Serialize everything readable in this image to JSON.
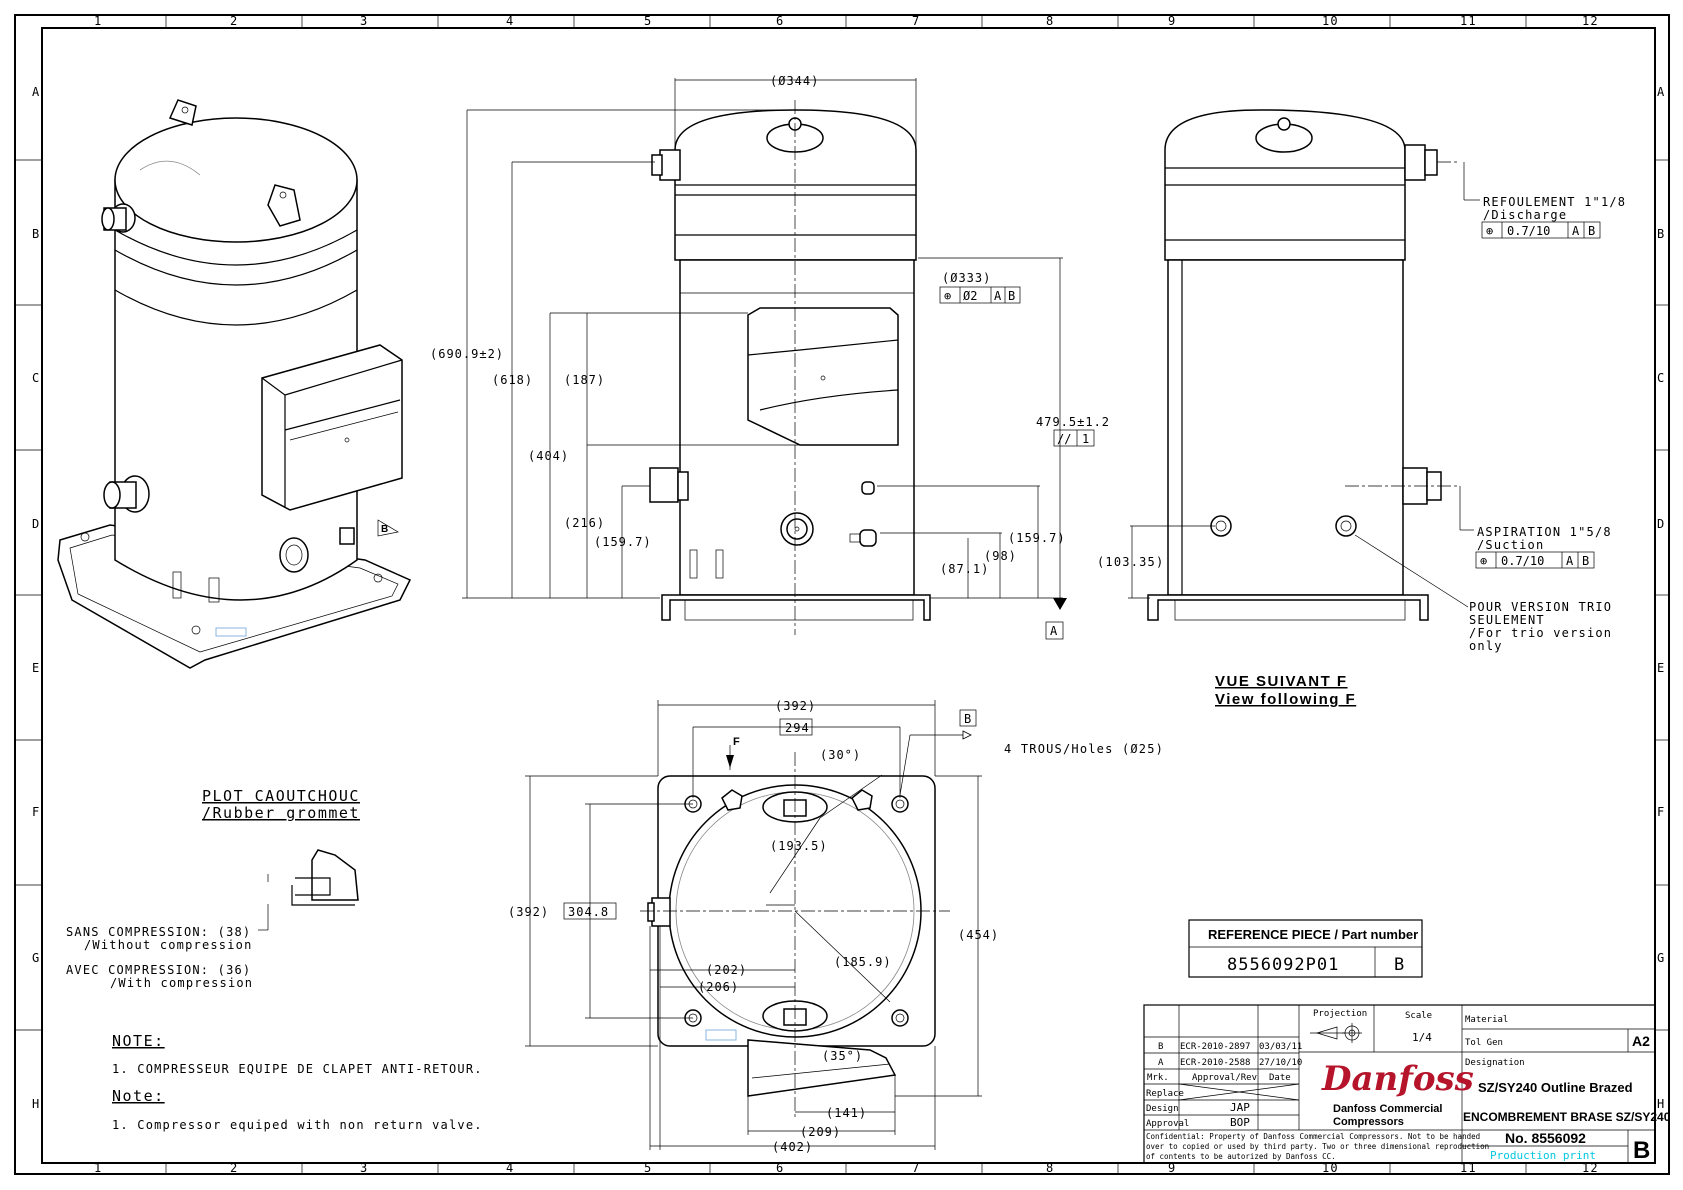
{
  "border": {
    "columns": [
      "1",
      "2",
      "3",
      "4",
      "5",
      "6",
      "7",
      "8",
      "9",
      "10",
      "11",
      "12"
    ],
    "rows": [
      "A",
      "B",
      "C",
      "D",
      "E",
      "F",
      "G",
      "H"
    ]
  },
  "front_view": {
    "dims": {
      "d344": "(Ø344)",
      "d333": "(Ø333)",
      "h690": "(690.9±2)",
      "h618": "(618)",
      "h404": "(404)",
      "h187": "(187)",
      "h216": "(216)",
      "h159a": "(159.7)",
      "h479": "479.5±1.2",
      "h159b": "(159.7)",
      "h98": "(98)",
      "h87": "(87.1)"
    },
    "tol_position": [
      "⊕",
      "Ø2",
      "A",
      "B"
    ],
    "tol_parallel": [
      "//",
      "1"
    ],
    "datum_a": "A"
  },
  "side_view": {
    "discharge_label": "REFOULEMENT 1\"1/8",
    "discharge_sub": "/Discharge",
    "discharge_tol": [
      "⊕",
      "0.7/10",
      "A",
      "B"
    ],
    "suction_label": "ASPIRATION 1\"5/8",
    "suction_sub": "/Suction",
    "suction_tol": [
      "⊕",
      "0.7/10",
      "A",
      "B"
    ],
    "trio_label_1": "POUR VERSION TRIO",
    "trio_label_2": "SEULEMENT",
    "trio_label_3": "/For trio version",
    "trio_label_4": "only",
    "h103": "(103.35)",
    "view_title": "VUE SUIVANT F",
    "view_subtitle": "View following F"
  },
  "bottom_view": {
    "d392w": "(392)",
    "d294": "294",
    "d30": "(30°)",
    "d193": "(193.5)",
    "d392h": "(392)",
    "d304": "304.8",
    "d454": "(454)",
    "d185": "(185.9)",
    "d202": "(202)",
    "d206": "(206)",
    "d35": "(35°)",
    "d141": "(141)",
    "d209": "(209)",
    "d402": "(402)",
    "datum_b": "B",
    "holes": "4 TROUS/Holes (Ø25)",
    "arrow_f": "F"
  },
  "grommet": {
    "title": "PLOT CAOUTCHOUC",
    "subtitle": "/Rubber grommet",
    "sans": "SANS COMPRESSION: (38)",
    "sans_en": "/Without compression",
    "avec": "AVEC COMPRESSION: (36)",
    "avec_en": "/With compression"
  },
  "notes": {
    "fr_title": "NOTE:",
    "fr_text": "1. COMPRESSEUR EQUIPE DE CLAPET ANTI-RETOUR.",
    "en_title": "Note:",
    "en_text": "1. Compressor equiped with non return valve."
  },
  "iso_view": {
    "marker_b": "B"
  },
  "reference": {
    "header": "REFERENCE PIECE / Part number",
    "part": "8556092P01",
    "rev": "B"
  },
  "title_block": {
    "projection": "Projection",
    "scale_label": "Scale",
    "scale": "1/4",
    "material": "Material",
    "tol_gen": "Tol Gen",
    "size": "A2",
    "designation": "Designation",
    "desc1": "SZ/SY240 Outline Brazed",
    "desc2": "ENCOMBREMENT BRASE SZ/SY240",
    "rev_rows": [
      {
        "rev": "B",
        "ecr": "ECR-2010-2897",
        "date": "03/03/11"
      },
      {
        "rev": "A",
        "ecr": "ECR-2010-2588",
        "date": "27/10/10"
      }
    ],
    "hdr_mrk": "Mrk.",
    "hdr_appr": "Approval/Rev",
    "hdr_date": "Date",
    "replace": "Replace",
    "design": "Design",
    "design_by": "JAP",
    "approval": "Approval",
    "approval_by": "BOP",
    "company_logo": "Danfoss",
    "company_1": "Danfoss Commercial",
    "company_2": "Compressors",
    "confidential_1": "Confidential: Property of Danfoss Commercial Compressors. Not to be handed",
    "confidential_2": "over to copied or used by third party. Two or three dimensional reproduction",
    "confidential_3": "of contents to be autorized by Danfoss CC.",
    "number": "No. 8556092",
    "production": "Production print",
    "revision": "B"
  },
  "colors": {
    "ink": "#000000",
    "production": "#00c8e0",
    "logo": "#b5142b",
    "highlight": "#8ab4e0"
  }
}
